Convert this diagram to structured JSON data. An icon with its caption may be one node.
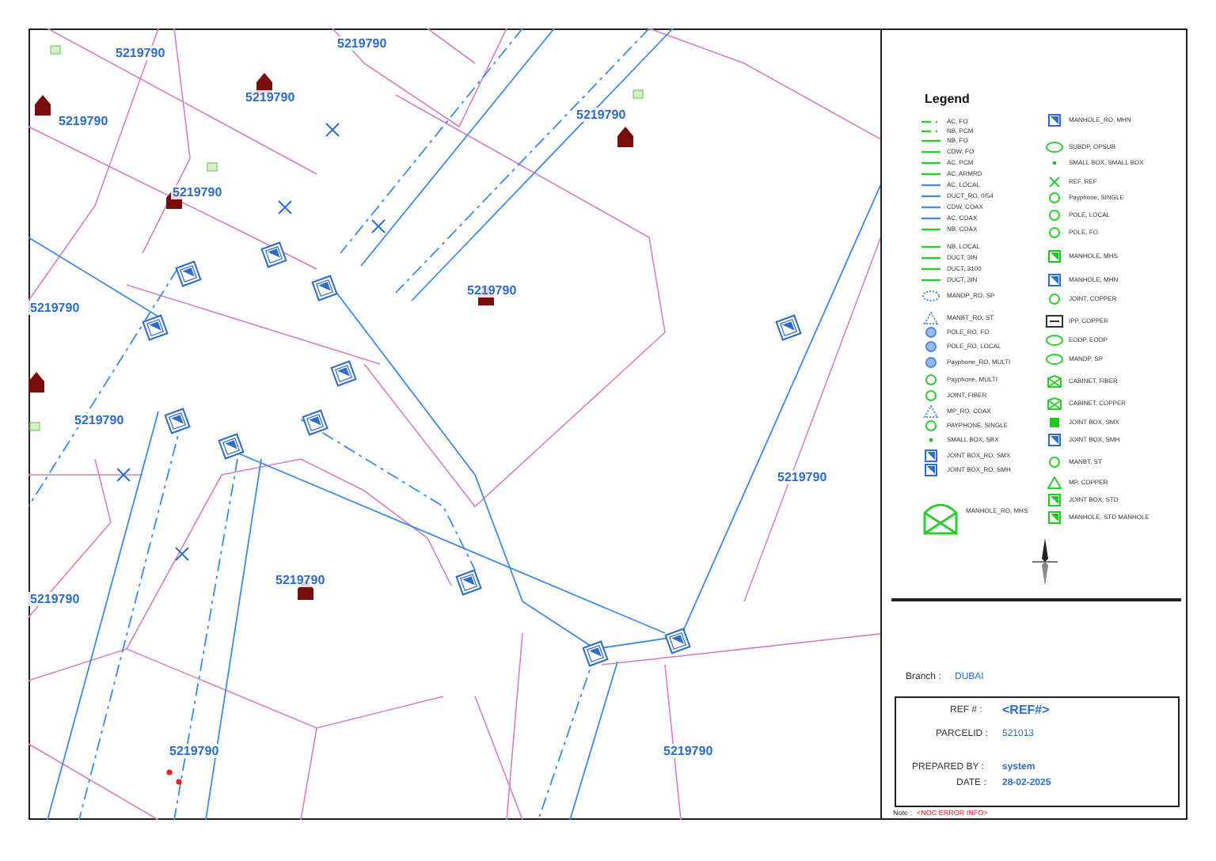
{
  "diagram": {
    "labels": [
      "5219790",
      "5219790",
      "5219790",
      "5219790",
      "5219790",
      "5219790",
      "5219790",
      "5219790",
      "5219790",
      "5219790",
      "5219790",
      "5219790",
      "5219790",
      "5219790",
      "Legend",
      "Branch :",
      "DUBAI",
      "REF # :",
      "<REF#>",
      "PARCELID :",
      "521013",
      "PREPARED BY :",
      "system",
      "DATE :",
      "28-02-2025",
      "Note :",
      "<NOC ERROR INFO>"
    ],
    "legend": [
      {
        "text": "AC, FO"
      },
      {
        "text": "NB, PCM"
      },
      {
        "text": "NB, FO"
      },
      {
        "text": "CDW, FO"
      },
      {
        "text": "AC, PCM"
      },
      {
        "text": "AC, ARMRD"
      },
      {
        "text": "AC, LOCAL"
      },
      {
        "text": "DUCT_RO, 0/54"
      },
      {
        "text": "CDW, COAX"
      },
      {
        "text": "AC, COAX"
      },
      {
        "text": "NB, COAX"
      },
      {
        "text": "NB, LOCAL"
      },
      {
        "text": "DUCT, 3IN"
      },
      {
        "text": "DUCT, 3100"
      },
      {
        "text": "DUCT, 3IN"
      },
      {
        "text": "MANDP_RO, SP"
      },
      {
        "text": "MANBT_RO, ST"
      },
      {
        "text": "POLE_RO, FO"
      },
      {
        "text": "POLE_RO, LOCAL"
      },
      {
        "text": "Payphone_RO, MULTI"
      },
      {
        "text": "Payphone, MULTI"
      },
      {
        "text": "JOINT, FIBER"
      },
      {
        "text": "MP_RO, COAX"
      },
      {
        "text": "PAYPHONE, SINGLE"
      },
      {
        "text": "SMALL BOX, SBX"
      },
      {
        "text": "JOINT BOX_RO, SMX"
      },
      {
        "text": "JOINT BOX_RO, SMH"
      },
      {
        "text": "MANHOLE_RO, MHS"
      },
      {
        "text": "MANHOLE_RO, MHN"
      },
      {
        "text": "SUBDP, OPSUB"
      },
      {
        "text": "SMALL BOX, SMALL BOX"
      },
      {
        "text": "REF, REF"
      },
      {
        "text": "Payphone, SINGLE"
      },
      {
        "text": "POLE, LOCAL"
      },
      {
        "text": "POLE, FO"
      },
      {
        "text": "MANHOLE, MHS"
      },
      {
        "text": "MANHOLE, MHN"
      },
      {
        "text": "JOINT, COPPER"
      },
      {
        "text": "IPP, COPPER"
      },
      {
        "text": "EODP, EODP"
      },
      {
        "text": "MANDP, SP"
      },
      {
        "text": "CABINET, FIBER"
      },
      {
        "text": "CABINET, COPPER"
      },
      {
        "text": "JOINT BOX, SMX"
      },
      {
        "text": "JOINT BOX, SMH"
      },
      {
        "text": "MANBT, ST"
      },
      {
        "text": "MP, COPPER"
      },
      {
        "text": "JOINT BOX, STD"
      },
      {
        "text": "MANHOLE, STD MANHOLE"
      }
    ]
  }
}
